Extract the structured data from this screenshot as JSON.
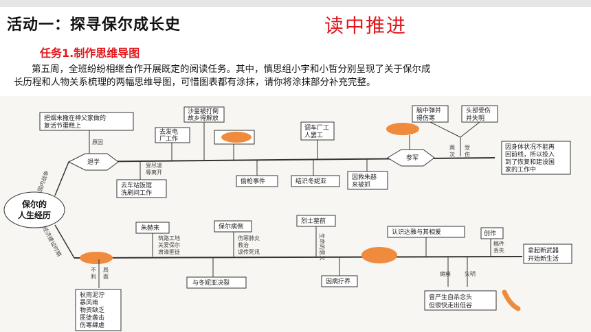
{
  "header": {
    "title": "活动一：探寻保尔成长史",
    "stage": "读中推进",
    "task": "任务1.制作思维导图",
    "paragraph_line1": "第五周，全班纷纷相继合作开展既定的阅读任务。其中，慎思组小宇和小哲分别呈现了关于保尔成",
    "paragraph_line2": "长历程和人物关系梳理的两幅思维导图，可惜图表都有涂抹，请你将涂抹部分补充完整。"
  },
  "map": {
    "center": "保尔的人生经历",
    "center_line1": "保尔的",
    "center_line2": "人生经历",
    "branch_upper_label": "国内战争",
    "branch_lower_label": "经济建设时期",
    "upper": {
      "tuixue": "退学",
      "canjun": "参军",
      "yuanyin": "原因",
      "n1_l1": "把烟末撒在神父家做的",
      "n1_l2": "复活节蛋糕上",
      "n2_l1": "去发电",
      "n2_l2": "厂工作",
      "n3_l1": "沙皇被打倒",
      "n3_l2": "故乡得解放",
      "n4": "偷枪事件",
      "n5_l1": "调车厂工",
      "n5_l2": "人罢工",
      "n6": "结识冬妮亚",
      "n7_l1": "因救朱赫",
      "n7_l2": "来被抓",
      "n8_l1": "去车站饭馆",
      "n8_l2": "洗刷间工作",
      "n8_note_l1": "受尽凌",
      "n8_note_l2": "辱离开",
      "n9_l1": "脑中弹并",
      "n9_l2": "得伤寒",
      "n10_l1": "头部受伤",
      "n10_l2": "并失明",
      "n11_note_l1": "两",
      "n11_note_l2": "次",
      "n11_note_l3": "受",
      "n11_note_l4": "伤",
      "n12_l1": "因身体状况不能再",
      "n12_l2": "回前线，所以投入",
      "n12_l3": "到了恢复和建设国",
      "n12_l4": "家的工作中"
    },
    "lower": {
      "zhuhelai": "朱赫来",
      "zhuhelai_l1": "筑路工地",
      "zhuhelai_l2": "关爱保尔",
      "zhuhelai_l3": "肃清匪徒",
      "bingdao": "保尔病倒",
      "bingdao_l1": "伤寒肺炎",
      "bingdao_l2": "救治",
      "bingdao_l3": "误传死讯",
      "dongniya": "与冬妮亚决裂",
      "lieshi": "烈士墓前",
      "lieshi_note": "生命的意义",
      "liaoyang": "因病疗养",
      "daya": "认识达雅与其相爱",
      "chuangzuo": "创作",
      "gaojian_l1": "稿件",
      "gaojian_l2": "丢失",
      "xinwuqi_l1": "拿起新武器",
      "xinwuqi_l2": "开始新生活",
      "tanhuan": "瘫痪",
      "shiming": "失明",
      "zisha_l1": "曾产生自杀念头",
      "zisha_l2": "但很快走出低谷",
      "buli_l1": "不",
      "buli_l2": "利",
      "buli_l3": "局",
      "buli_l4": "面",
      "qiuyu_l1": "秋雨泥泞",
      "qiuyu_l2": "暴风雨",
      "qiuyu_l3": "物资缺乏",
      "qiuyu_l4": "匪徒袭击",
      "qiuyu_l5": "伤寒肆虐"
    }
  },
  "colors": {
    "accent_red": "#e0161c",
    "smudge": "#f08a3c"
  }
}
